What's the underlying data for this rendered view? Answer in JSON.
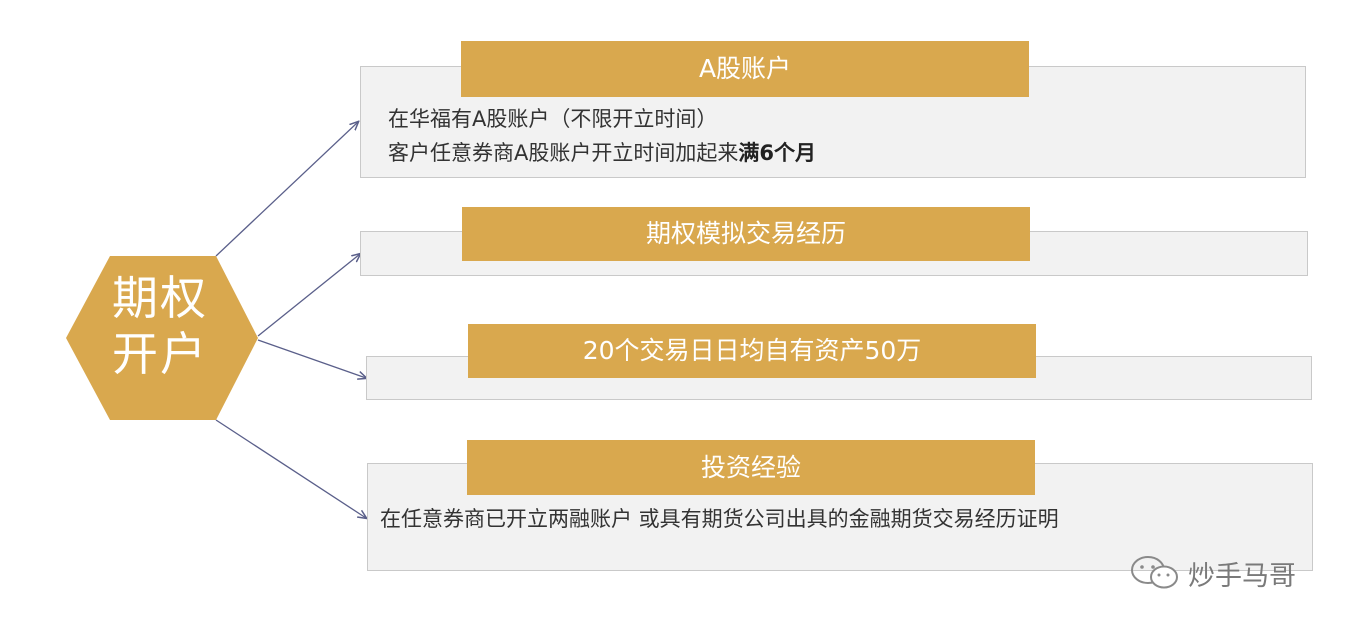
{
  "center": {
    "line1": "期权",
    "line2": "开户"
  },
  "cards": [
    {
      "title": "A股账户",
      "line1": "在华福有A股账户（不限开立时间）",
      "line2_prefix": "客户任意券商A股账户开立时间加起来",
      "line2_emphasis": "满6个月"
    },
    {
      "title": "期权模拟交易经历"
    },
    {
      "title": "20个交易日日均自有资产50万"
    },
    {
      "title": "投资经验",
      "line1": "在任意券商已开立两融账户 或具有期货公司出具的金融期货交易经历证明"
    }
  ],
  "watermark": {
    "text": "炒手马哥",
    "icon": "wechat-icon"
  },
  "colors": {
    "accent": "#d9a84e",
    "card_bg": "#f2f2f2",
    "card_border": "#c9c9c9",
    "arrow": "#5a5f8a",
    "text": "#333333"
  }
}
